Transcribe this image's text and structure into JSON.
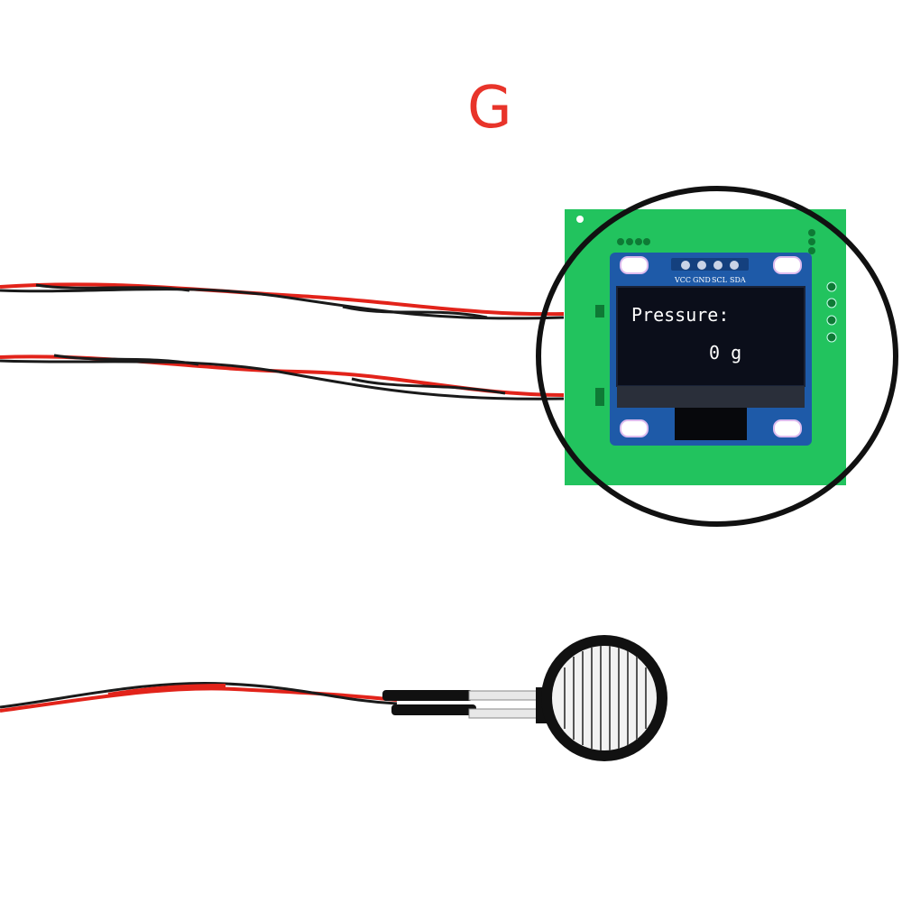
{
  "label": {
    "letter": "G",
    "color": "#e8342a"
  },
  "oled": {
    "line1": "Pressure:",
    "line2": "0 g"
  },
  "pins": [
    "VCC",
    "GND",
    "SCL",
    "SDA"
  ],
  "colors": {
    "pcb": "#22c35e",
    "oled_board": "#1e5aa8",
    "screen": "#0b0e1a",
    "wire_red": "#e2231a",
    "wire_black": "#1a1a1a",
    "magnifier_ring": "#111111"
  }
}
